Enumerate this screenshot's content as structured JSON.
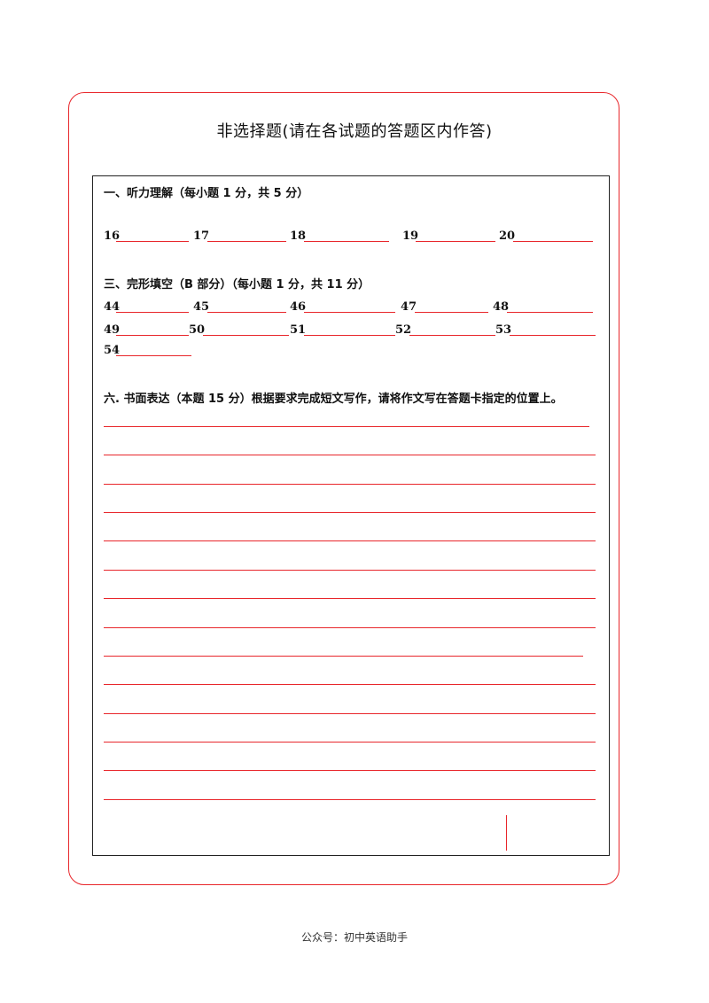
{
  "title": "非选择题(请在各试题的答题区内作答)",
  "sections": {
    "listening": {
      "heading": "一、听力理解（每小题 1 分，共 5 分）",
      "items": [
        "16",
        "17",
        "18",
        "19",
        "20"
      ]
    },
    "cloze": {
      "heading": "三、完形填空（B 部分）（每小题 1 分，共 11 分）",
      "row1": [
        "44",
        "45",
        "46",
        "47",
        "48"
      ],
      "row2": [
        "49",
        "50",
        "51",
        "52",
        "53"
      ],
      "row3": [
        "54"
      ]
    },
    "writing": {
      "heading": "六. 书面表达（本题 15 分）根据要求完成短文写作，请将作文写在答题卡指定的位置上。",
      "line_count": 14
    }
  },
  "footer": "公众号：初中英语助手",
  "colors": {
    "accent": "#e8262b",
    "border": "#222222"
  }
}
